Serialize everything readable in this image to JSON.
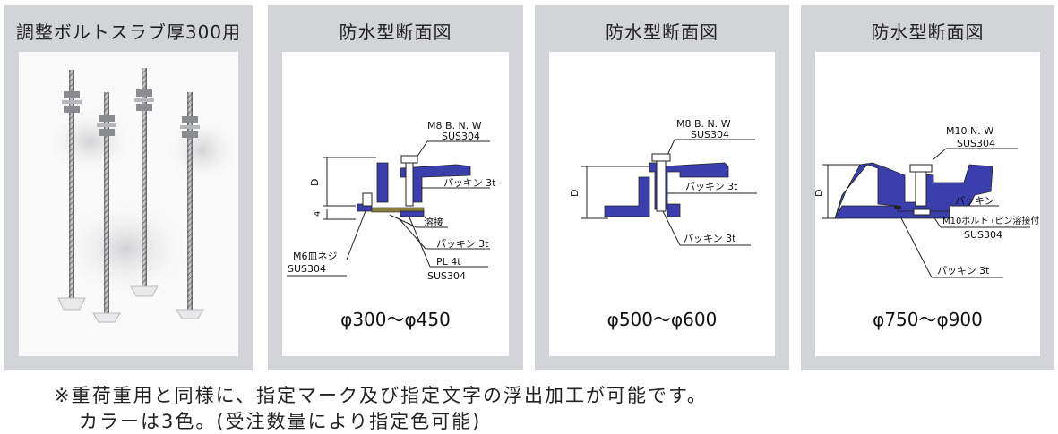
{
  "panels": [
    {
      "title": "調整ボルトスラブ厚300用"
    },
    {
      "title": "防水型断面図",
      "size": "φ300〜φ450",
      "labels": {
        "bolt": "M8 B. N. W",
        "bolt_mat": "SUS304",
        "packing_top": "パッキン 3t",
        "dim_d": "D",
        "dim_4": "4",
        "weld": "溶接",
        "packing_bottom": "パッキン 3t",
        "screw": "M6皿ネジ",
        "screw_mat": "SUS304",
        "plate": "PL 4t",
        "plate_mat": "SUS304"
      }
    },
    {
      "title": "防水型断面図",
      "size": "φ500〜φ600",
      "labels": {
        "bolt": "M8 B. N. W",
        "bolt_mat": "SUS304",
        "packing_mid": "パッキン 3t",
        "dim_d": "D",
        "packing_bottom": "パッキン 3t"
      }
    },
    {
      "title": "防水型断面図",
      "size": "φ750〜φ900",
      "labels": {
        "bolt": "M10 N. W",
        "bolt_mat": "SUS304",
        "dim_d": "D",
        "packing": "パッキン",
        "bolt2": "M10ボルト (ピン溶接付)",
        "bolt2_mat": "SUS304",
        "packing_bottom": "パッキン 3t"
      }
    }
  ],
  "notes": {
    "line1": "※重荷重用と同様に、指定マーク及び指定文字の浮出加工が可能です。",
    "line2": "カラーは3色。(受注数量により指定色可能)"
  },
  "colors": {
    "lid": "#3b3fae",
    "panel": "#d3d4d8"
  }
}
